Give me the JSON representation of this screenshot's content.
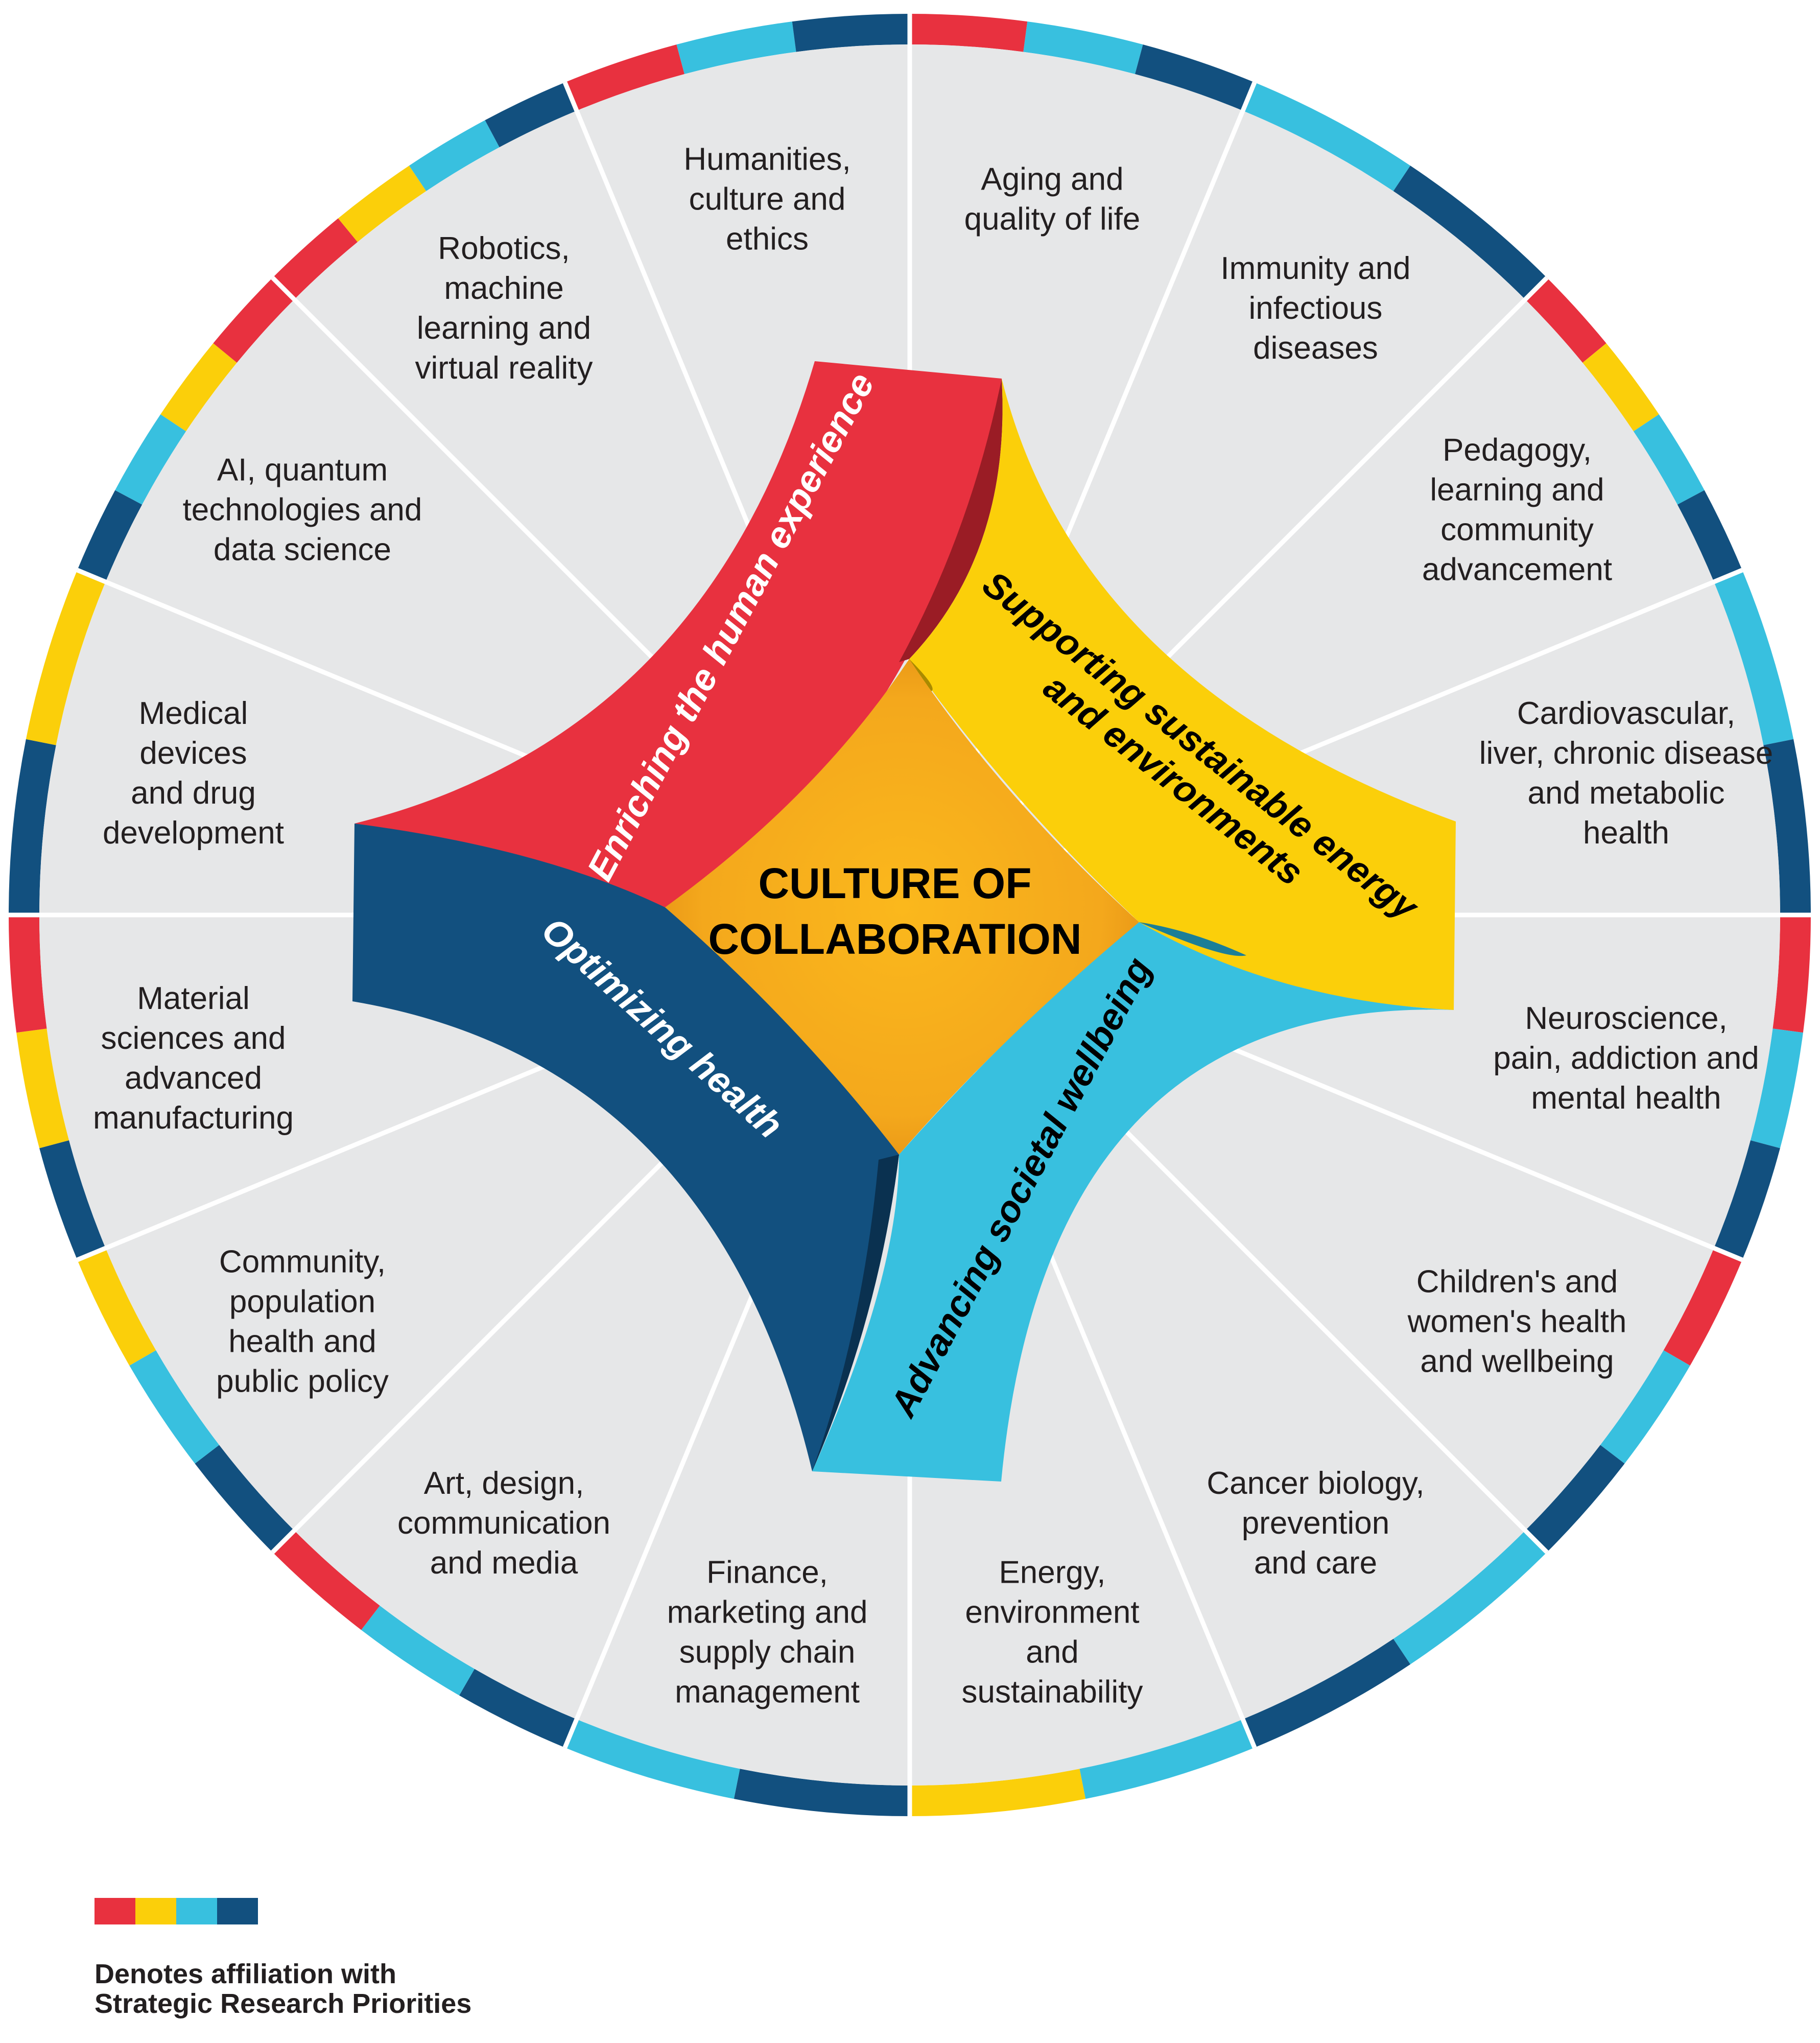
{
  "colors": {
    "red": "#e8313f",
    "yellow": "#fbcf0a",
    "cyan": "#38c0df",
    "navy": "#12507f",
    "sector_fill": "#e6e7e8",
    "divider": "#ffffff",
    "center": "#f4a81c"
  },
  "center": {
    "line1": "CULTURE OF",
    "line2": "COLLABORATION"
  },
  "priorities": [
    {
      "label": "Enriching the human experience",
      "color": "red"
    },
    {
      "label": "Supporting sustainable energy",
      "label2": "and environments",
      "color": "yellow"
    },
    {
      "label": "Advancing societal wellbeing",
      "color": "cyan"
    },
    {
      "label": "Optimizing health",
      "color": "navy"
    }
  ],
  "sectors": [
    {
      "lines": [
        "Aging and",
        "quality of life"
      ],
      "affiliations": [
        "red",
        "cyan",
        "navy"
      ]
    },
    {
      "lines": [
        "Immunity and",
        "infectious",
        "diseases"
      ],
      "affiliations": [
        "cyan",
        "navy"
      ]
    },
    {
      "lines": [
        "Pedagogy,",
        "learning and",
        "community",
        "advancement"
      ],
      "affiliations": [
        "red",
        "yellow",
        "cyan",
        "navy"
      ]
    },
    {
      "lines": [
        "Cardiovascular,",
        "liver, chronic disease",
        "and metabolic",
        "health"
      ],
      "affiliations": [
        "cyan",
        "navy"
      ]
    },
    {
      "lines": [
        "Neuroscience,",
        "pain, addiction and",
        "mental health"
      ],
      "affiliations": [
        "red",
        "cyan",
        "navy"
      ]
    },
    {
      "lines": [
        "Children's and",
        "women's health",
        "and wellbeing"
      ],
      "affiliations": [
        "red",
        "cyan",
        "navy"
      ]
    },
    {
      "lines": [
        "Cancer biology,",
        "prevention",
        "and care"
      ],
      "affiliations": [
        "cyan",
        "navy"
      ]
    },
    {
      "lines": [
        "Energy,",
        "environment",
        "and",
        "sustainability"
      ],
      "affiliations": [
        "cyan",
        "yellow"
      ]
    },
    {
      "lines": [
        "Finance,",
        "marketing and",
        "supply chain",
        "management"
      ],
      "affiliations": [
        "navy",
        "cyan"
      ]
    },
    {
      "lines": [
        "Art, design,",
        "communication",
        "and media"
      ],
      "affiliations": [
        "navy",
        "cyan",
        "red"
      ]
    },
    {
      "lines": [
        "Community,",
        "population",
        "health and",
        "public policy"
      ],
      "affiliations": [
        "navy",
        "cyan",
        "yellow"
      ]
    },
    {
      "lines": [
        "Material",
        "sciences and",
        "advanced",
        "manufacturing"
      ],
      "affiliations": [
        "navy",
        "yellow",
        "red"
      ]
    },
    {
      "lines": [
        "Medical",
        "devices",
        "and drug",
        "development"
      ],
      "affiliations": [
        "navy",
        "yellow"
      ]
    },
    {
      "lines": [
        "AI, quantum",
        "technologies and",
        "data science"
      ],
      "affiliations": [
        "navy",
        "cyan",
        "yellow",
        "red"
      ]
    },
    {
      "lines": [
        "Robotics,",
        "machine",
        "learning and",
        "virtual reality"
      ],
      "affiliations": [
        "red",
        "yellow",
        "cyan",
        "navy"
      ]
    },
    {
      "lines": [
        "Humanities,",
        "culture and",
        "ethics"
      ],
      "affiliations": [
        "red",
        "cyan",
        "navy"
      ]
    }
  ],
  "legend": {
    "swatches": [
      "red",
      "yellow",
      "cyan",
      "navy"
    ],
    "line1": "Denotes affiliation with",
    "line2": "Strategic Research Priorities"
  }
}
